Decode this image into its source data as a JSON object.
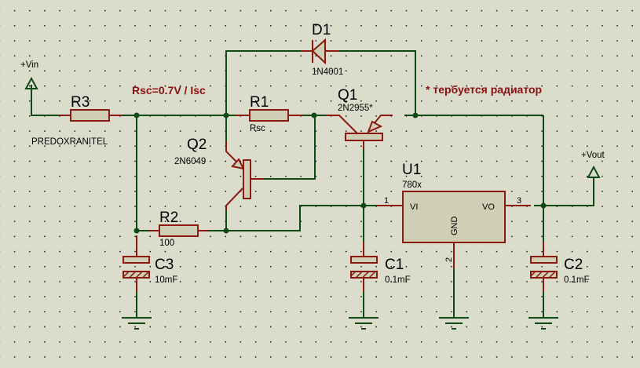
{
  "diagram": {
    "type": "schematic",
    "title": "Linear regulator with current-boost transistor",
    "notes": {
      "formula": "Rsc=0.7V / Isc",
      "radiator": "* тербуется радиатор"
    },
    "terminals": {
      "vin": "+Vin",
      "vout": "+Vout"
    },
    "components": {
      "R3": {
        "ref": "R3",
        "value": "PREDOXRANITEL"
      },
      "R1": {
        "ref": "R1",
        "value": "Rsc"
      },
      "R2": {
        "ref": "R2",
        "value": "100"
      },
      "D1": {
        "ref": "D1",
        "value": "1N4001"
      },
      "Q1": {
        "ref": "Q1",
        "value": "2N2955*"
      },
      "Q2": {
        "ref": "Q2",
        "value": "2N6049"
      },
      "U1": {
        "ref": "U1",
        "value": "780x",
        "pin_vi": "VI",
        "pin_vo": "VO",
        "pin_gnd": "GND",
        "pin1": "1",
        "pin2": "2",
        "pin3": "3"
      },
      "C1": {
        "ref": "C1",
        "value": "0.1mF"
      },
      "C2": {
        "ref": "C2",
        "value": "0.1mF"
      },
      "C3": {
        "ref": "C3",
        "value": "10mF"
      }
    },
    "colors": {
      "wire": "#0f4a14",
      "component": "#8a1a10",
      "component_fill": "#cfcfb6",
      "note": "#8a1010",
      "background": "#dcdccc"
    }
  }
}
